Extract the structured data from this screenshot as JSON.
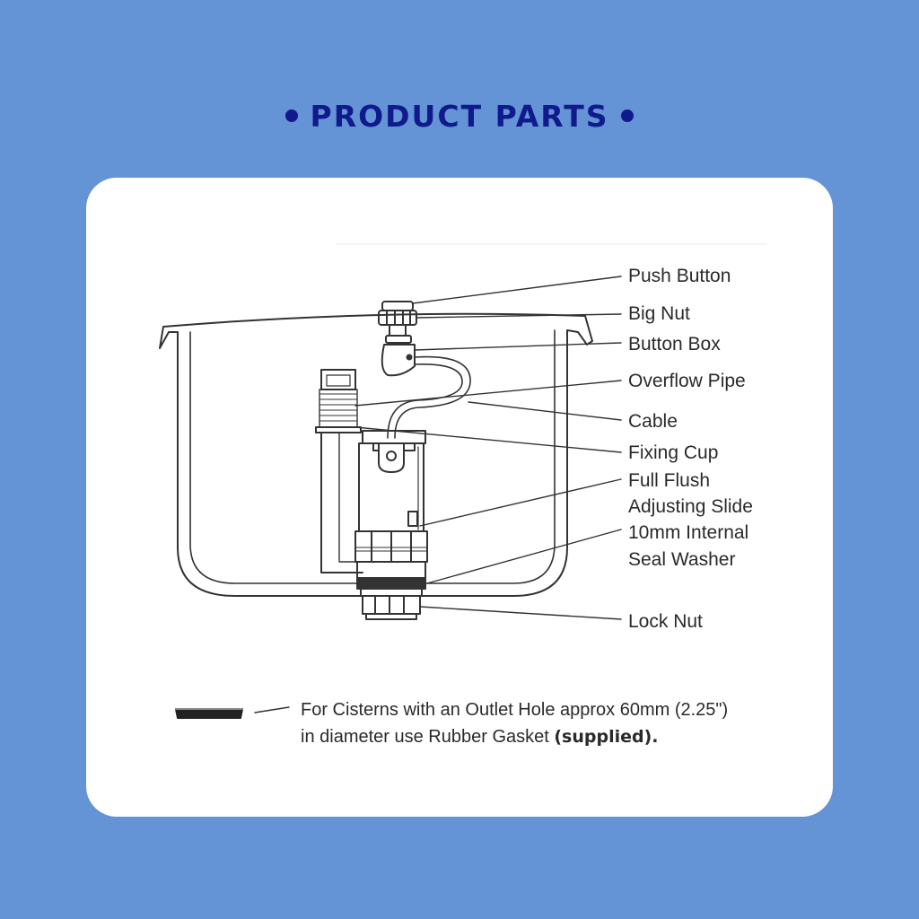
{
  "header": {
    "title": "PRODUCT PARTS"
  },
  "labels": {
    "push_button": "Push Button",
    "big_nut": "Big Nut",
    "button_box": "Button Box",
    "overflow_pipe": "Overflow Pipe",
    "cable": "Cable",
    "fixing_cup": "Fixing Cup",
    "full_flush_1": "Full Flush",
    "full_flush_2": "Adjusting Slide",
    "seal_washer_1": "10mm Internal",
    "seal_washer_2": "Seal Washer",
    "lock_nut": "Lock Nut"
  },
  "note": {
    "line1": "For Cisterns with an Outlet Hole approx 60mm (2.25\")",
    "line2_prefix": "in diameter use Rubber Gasket ",
    "line2_bold": "(supplied)."
  },
  "colors": {
    "background": "#6494d6",
    "title": "#101a8c",
    "card": "#ffffff",
    "line": "#333333"
  }
}
